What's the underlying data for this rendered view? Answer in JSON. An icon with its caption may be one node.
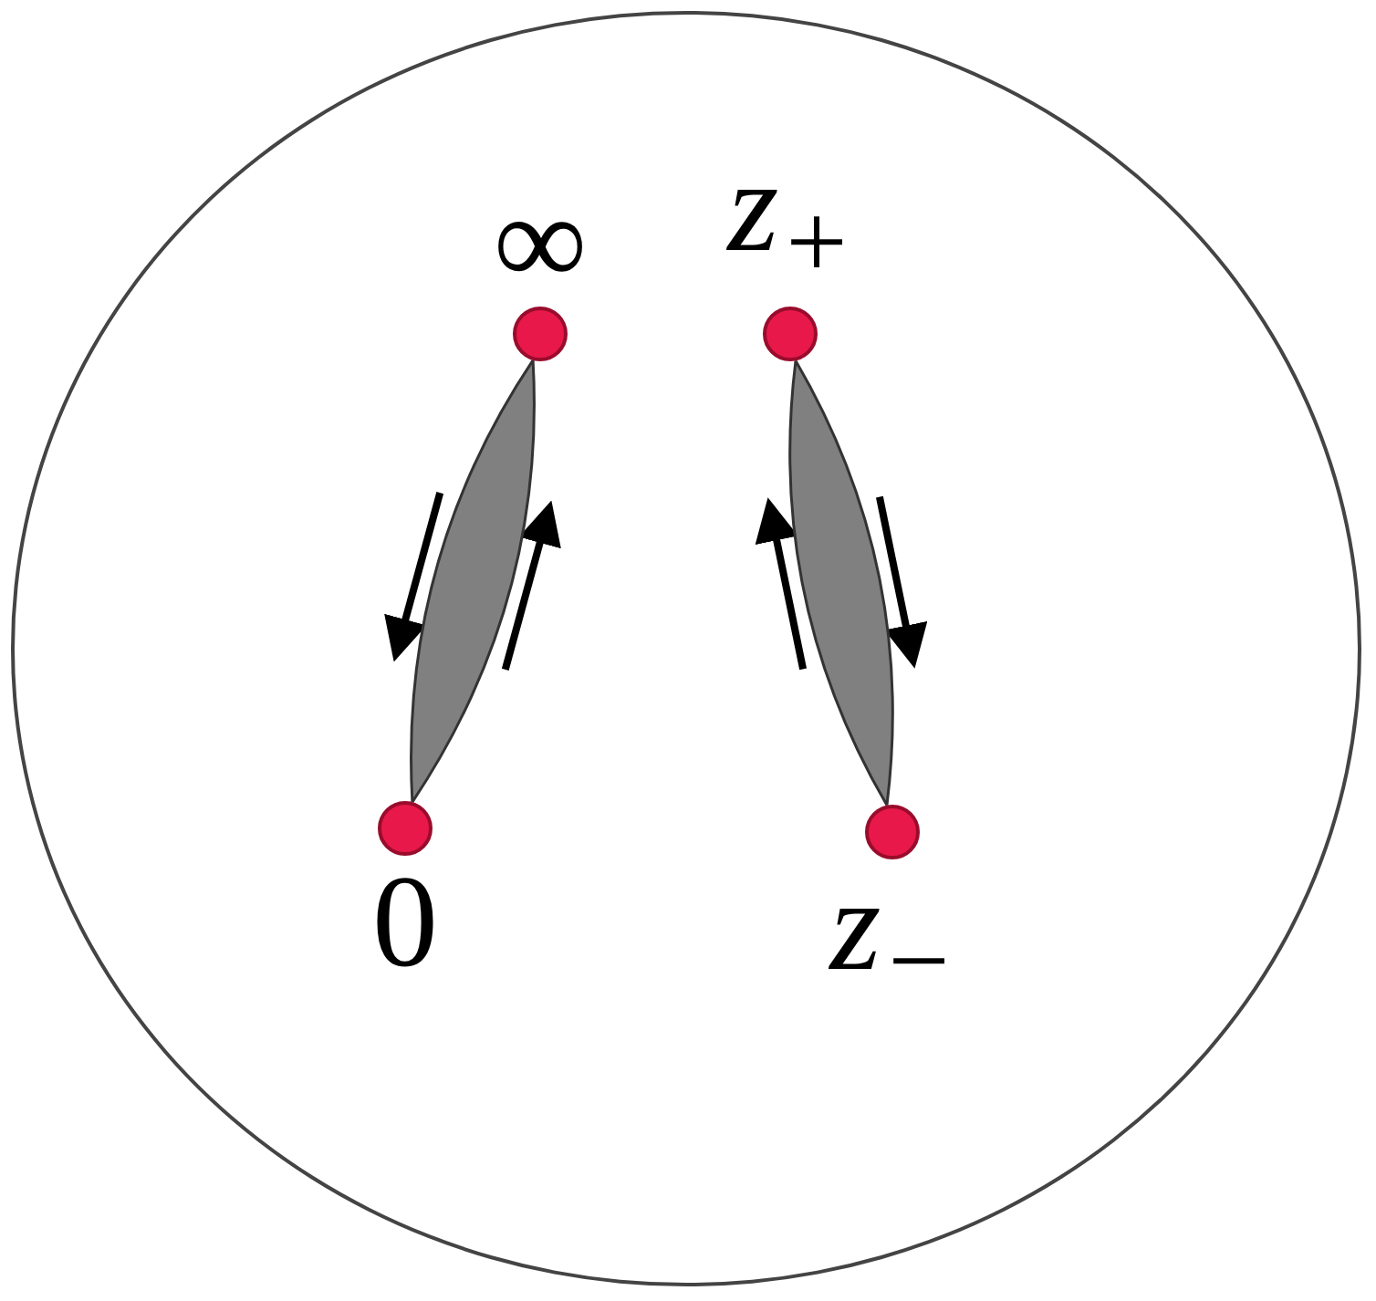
{
  "diagram": {
    "nodes": [
      {
        "text": [],
        "shape": "circle"
      },
      {
        "text": [
          "∞"
        ],
        "in": 0
      },
      {
        "text": [
          "z$_{+}$"
        ],
        "in": 0
      },
      {
        "text": [
          "0"
        ],
        "in": 0
      },
      {
        "text": [
          "z$_{−}$"
        ],
        "in": 0
      }
    ],
    "edges": [
      {
        "from": 1,
        "to": 3,
        "arrow": "none"
      },
      {
        "from": 2,
        "to": 4,
        "arrow": "none"
      }
    ]
  }
}
